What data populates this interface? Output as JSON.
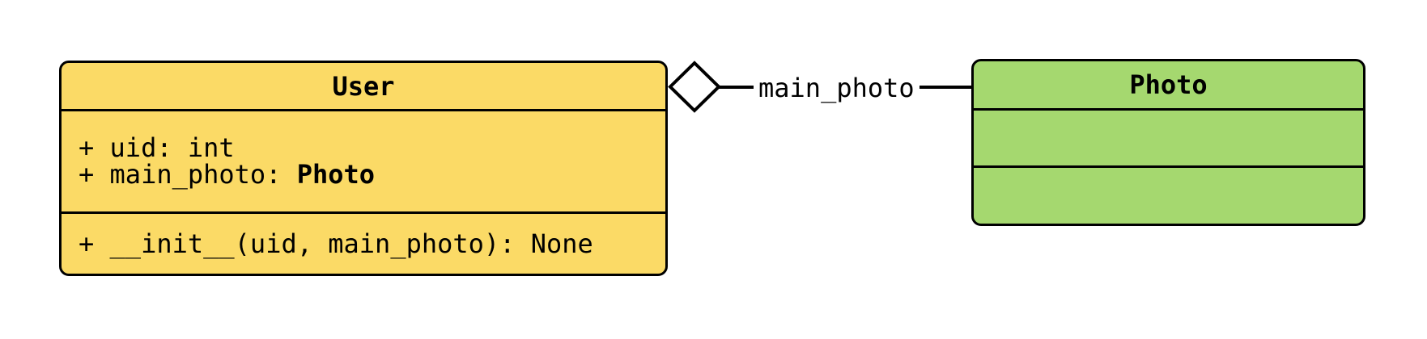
{
  "diagram_type": "uml-class-diagram",
  "user_class": {
    "title": "User",
    "attribute_uid": "+ uid: int",
    "attribute_main_photo_prefix": "+ main_photo: ",
    "attribute_main_photo_type": "Photo",
    "method_init": "+ __init__(uid, main_photo): None",
    "fill_color": "#FBDA66"
  },
  "photo_class": {
    "title": "Photo",
    "fill_color": "#A5D86F"
  },
  "relation": {
    "type": "aggregation",
    "from": "User",
    "to": "Photo",
    "label": "main_photo",
    "diamond_fill": "#FFFFFF",
    "line_color": "#000000"
  }
}
